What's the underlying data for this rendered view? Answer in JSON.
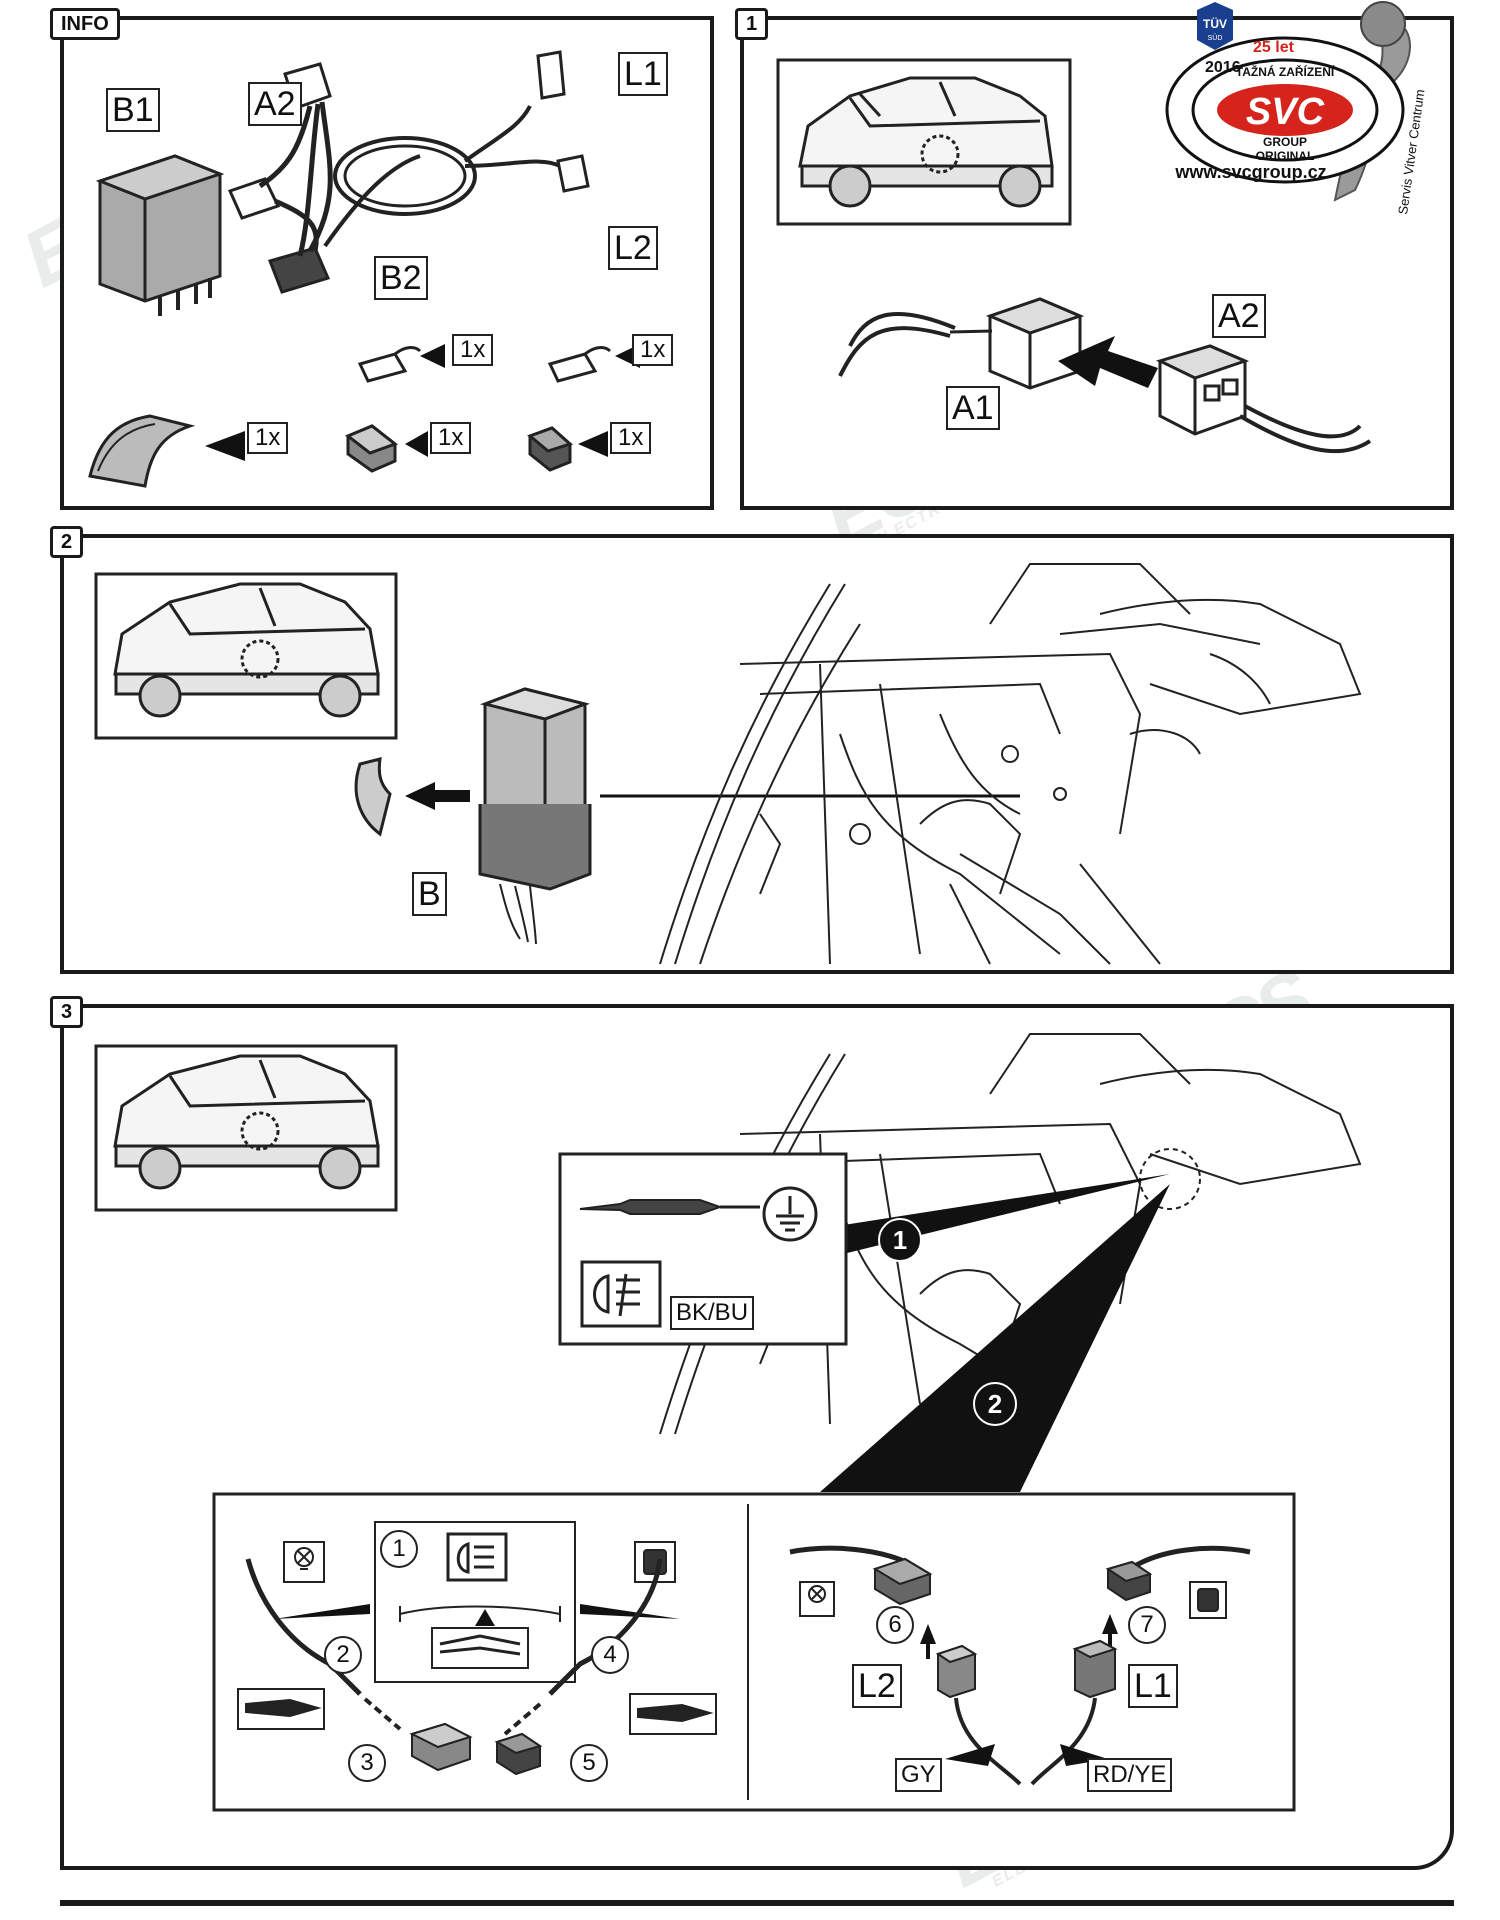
{
  "logo": {
    "tuv": "TÜV",
    "sud": "SÜD",
    "year": "2016",
    "years_label": "25 let",
    "tagline": "TAŽNÁ ZAŘÍZENÍ",
    "brand": "SVC",
    "group": "GROUP",
    "original": "ORIGINAL",
    "url": "www.svcgroup.cz",
    "side_text": "Servis Vitver Centrum"
  },
  "watermark": {
    "text": "ECS",
    "sub": "ELECTRONICS"
  },
  "panels": {
    "info": {
      "tab": "INFO",
      "labels": {
        "b1": "B1",
        "a2": "A2",
        "l1": "L1",
        "l2": "L2",
        "b2": "B2"
      },
      "qty": [
        "1x",
        "1x",
        "1x",
        "1x",
        "1x"
      ]
    },
    "step1": {
      "tab": "1",
      "labels": {
        "a2": "A2",
        "a1": "A1"
      }
    },
    "step2": {
      "tab": "2",
      "labels": {
        "b": "B"
      }
    },
    "step3": {
      "tab": "3",
      "wire_color_1": "BK/BU",
      "callouts": [
        "1",
        "2"
      ],
      "detail": {
        "steps": [
          "1",
          "2",
          "3",
          "4",
          "5",
          "6",
          "7"
        ],
        "labels": {
          "l2": "L2",
          "l1": "L1"
        },
        "wire_gy": "GY",
        "wire_rdye": "RD/YE"
      }
    }
  },
  "colors": {
    "line": "#1a1a1a",
    "accent_red": "#d6241c",
    "accent_blue": "#1b3f8f"
  }
}
